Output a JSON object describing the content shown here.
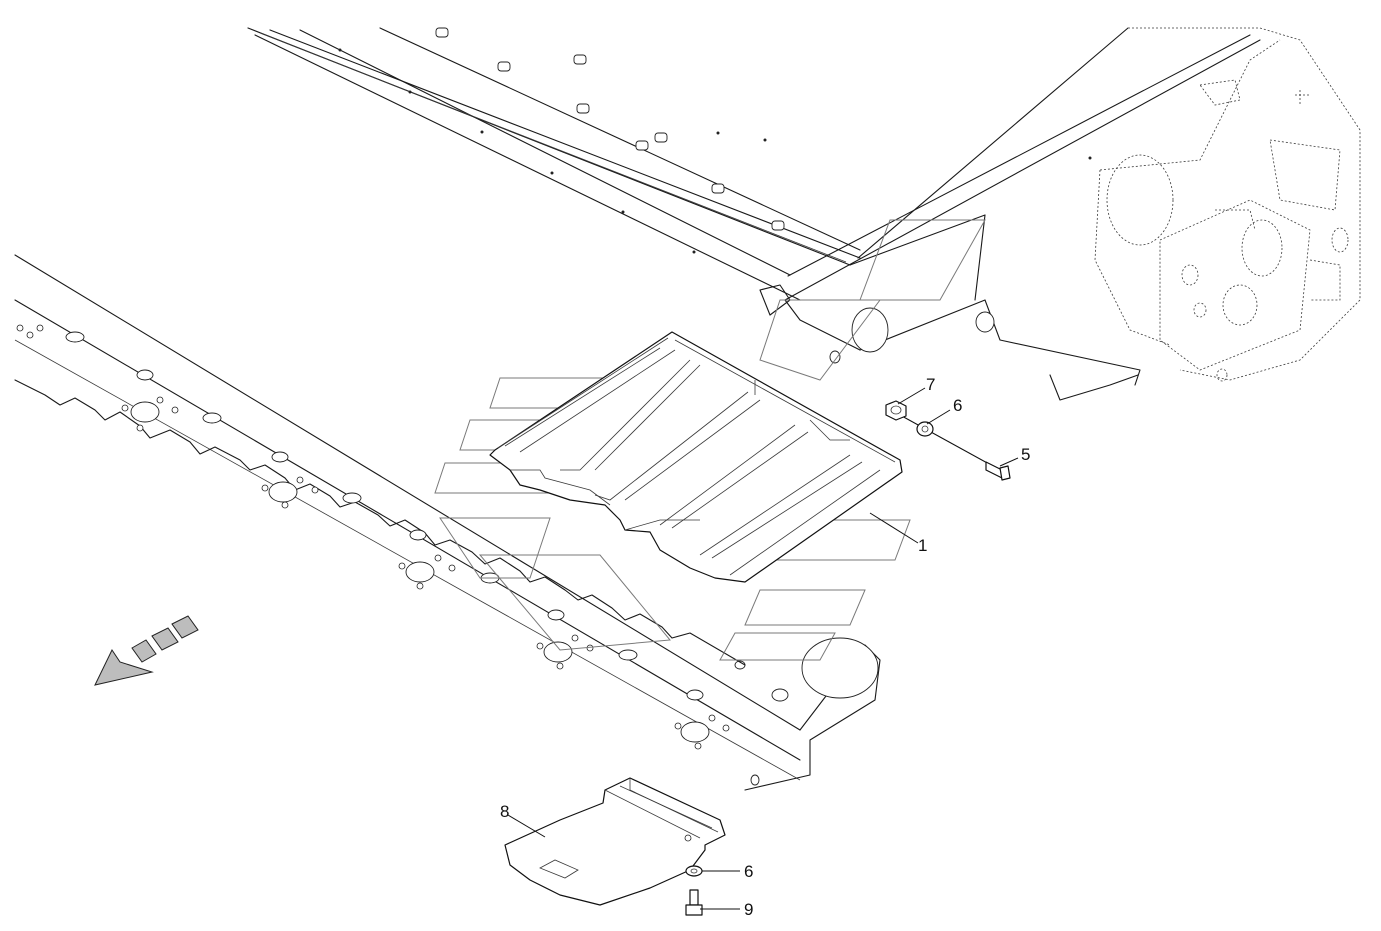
{
  "diagram": {
    "callouts": [
      {
        "id": "c1",
        "label": "1"
      },
      {
        "id": "c5",
        "label": "5"
      },
      {
        "id": "c6a",
        "label": "6"
      },
      {
        "id": "c6b",
        "label": "6"
      },
      {
        "id": "c7",
        "label": "7"
      },
      {
        "id": "c8",
        "label": "8"
      },
      {
        "id": "c9",
        "label": "9"
      }
    ],
    "icons": [
      "direction-arrow-icon",
      "watermark-logo"
    ],
    "colors": {
      "line": "#1a1a1a",
      "arrow_fill": "#bdbdbd",
      "watermark": "#7a7a7a"
    }
  }
}
